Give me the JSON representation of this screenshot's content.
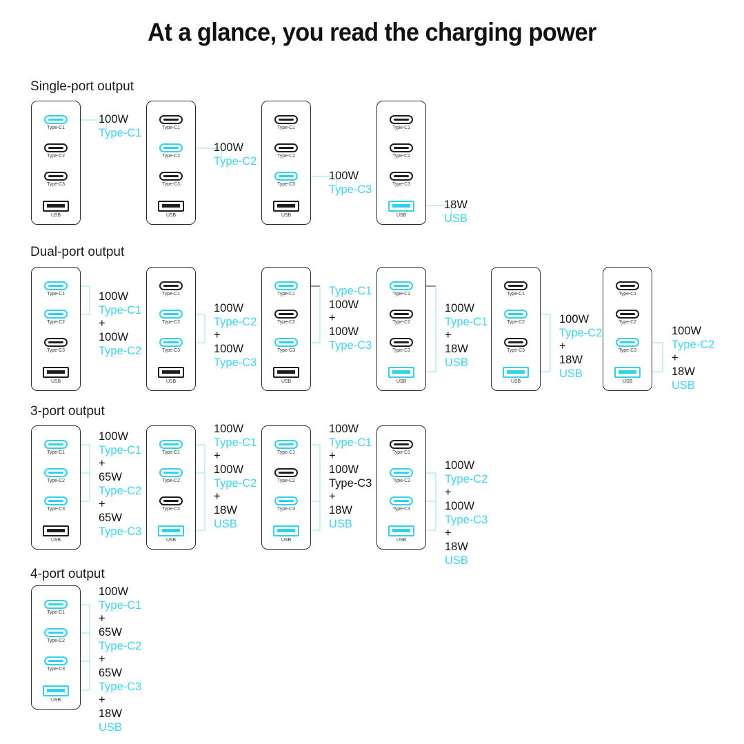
{
  "title": "At a glance, you read the charging power",
  "colors": {
    "accent": "#3fd3ec",
    "port_highlight": "#2ed2ea",
    "text": "#141414",
    "outline": "#2a2a2a"
  },
  "port_labels": {
    "c1": "Type-C1",
    "c2": "Type-C2",
    "c3": "Type-C3",
    "usb": "USB"
  },
  "plus": "+",
  "sections": [
    {
      "id": "single-port",
      "label": "Single-port output",
      "units": [
        {
          "highlight": [
            "c1"
          ],
          "spec": [
            {
              "watt": "100W",
              "port": "Type-C1",
              "port_color": "accent"
            }
          ]
        },
        {
          "highlight": [
            "c2"
          ],
          "spec": [
            {
              "watt": "100W",
              "port": "Type-C2",
              "port_color": "accent"
            }
          ]
        },
        {
          "highlight": [
            "c3"
          ],
          "spec": [
            {
              "watt": "100W",
              "port": "Type-C3",
              "port_color": "accent"
            }
          ]
        },
        {
          "highlight": [
            "usb"
          ],
          "spec": [
            {
              "watt": "18W",
              "port": "USB",
              "port_color": "accent"
            }
          ]
        }
      ]
    },
    {
      "id": "dual-port",
      "label": "Dual-port output",
      "units": [
        {
          "highlight": [
            "c1",
            "c2"
          ],
          "spec": [
            {
              "watt": "100W",
              "port": "Type-C1",
              "port_color": "accent"
            },
            {
              "watt": "100W",
              "port": "Type-C2",
              "port_color": "accent"
            }
          ]
        },
        {
          "highlight": [
            "c2",
            "c3"
          ],
          "spec": [
            {
              "watt": "100W",
              "port": "Type-C2",
              "port_color": "accent"
            },
            {
              "watt": "100W",
              "port": "Type-C3",
              "port_color": "accent"
            }
          ]
        },
        {
          "highlight": [
            "c1",
            "c3"
          ],
          "lead_port": "Type-C1",
          "spec": [
            {
              "watt": "100W",
              "port": "",
              "port_color": "accent"
            },
            {
              "watt": "100W",
              "port": "Type-C3",
              "port_color": "accent"
            }
          ]
        },
        {
          "highlight": [
            "c1",
            "usb"
          ],
          "spec": [
            {
              "watt": "100W",
              "port": "Type-C1",
              "port_color": "accent"
            },
            {
              "watt": "18W",
              "port": "USB",
              "port_color": "accent"
            }
          ]
        },
        {
          "highlight": [
            "c2",
            "usb"
          ],
          "spec": [
            {
              "watt": "100W",
              "port": "Type-C2",
              "port_color": "accent"
            },
            {
              "watt": "18W",
              "port": "USB",
              "port_color": "accent"
            }
          ]
        },
        {
          "highlight": [
            "c3",
            "usb"
          ],
          "spec": [
            {
              "watt": "100W",
              "port": "Type-C2",
              "port_color": "accent"
            },
            {
              "watt": "18W",
              "port": "USB",
              "port_color": "accent"
            }
          ]
        }
      ]
    },
    {
      "id": "three-port",
      "label": "3-port output",
      "units": [
        {
          "highlight": [
            "c1",
            "c2",
            "c3"
          ],
          "spec": [
            {
              "watt": "100W",
              "port": "Type-C1",
              "port_color": "accent"
            },
            {
              "watt": "65W",
              "port": "Type-C2",
              "port_color": "accent"
            },
            {
              "watt": "65W",
              "port": "Type-C3",
              "port_color": "accent"
            }
          ]
        },
        {
          "highlight": [
            "c1",
            "c2",
            "usb"
          ],
          "spec": [
            {
              "watt": "100W",
              "port": "Type-C1",
              "port_color": "accent"
            },
            {
              "watt": "100W",
              "port": "Type-C2",
              "port_color": "accent"
            },
            {
              "watt": "18W",
              "port": "USB",
              "port_color": "accent"
            }
          ]
        },
        {
          "highlight": [
            "c1",
            "c3",
            "usb"
          ],
          "spec": [
            {
              "watt": "100W",
              "port": "Type-C1",
              "port_color": "accent"
            },
            {
              "watt": "100W",
              "port": "Type-C3",
              "port_color": "dark"
            },
            {
              "watt": "18W",
              "port": "USB",
              "port_color": "accent"
            }
          ]
        },
        {
          "highlight": [
            "c2",
            "c3",
            "usb"
          ],
          "spec": [
            {
              "watt": "100W",
              "port": "Type-C2",
              "port_color": "accent"
            },
            {
              "watt": "100W",
              "port": "Type-C3",
              "port_color": "accent"
            },
            {
              "watt": "18W",
              "port": "USB",
              "port_color": "accent"
            }
          ]
        }
      ]
    },
    {
      "id": "four-port",
      "label": "4-port output",
      "units": [
        {
          "highlight": [
            "c1",
            "c2",
            "c3",
            "usb"
          ],
          "spec": [
            {
              "watt": "100W",
              "port": "Type-C1",
              "port_color": "accent"
            },
            {
              "watt": "65W",
              "port": "Type-C2",
              "port_color": "accent"
            },
            {
              "watt": "65W",
              "port": "Type-C3",
              "port_color": "accent"
            },
            {
              "watt": "18W",
              "port": "USB",
              "port_color": "accent"
            }
          ]
        }
      ]
    }
  ]
}
